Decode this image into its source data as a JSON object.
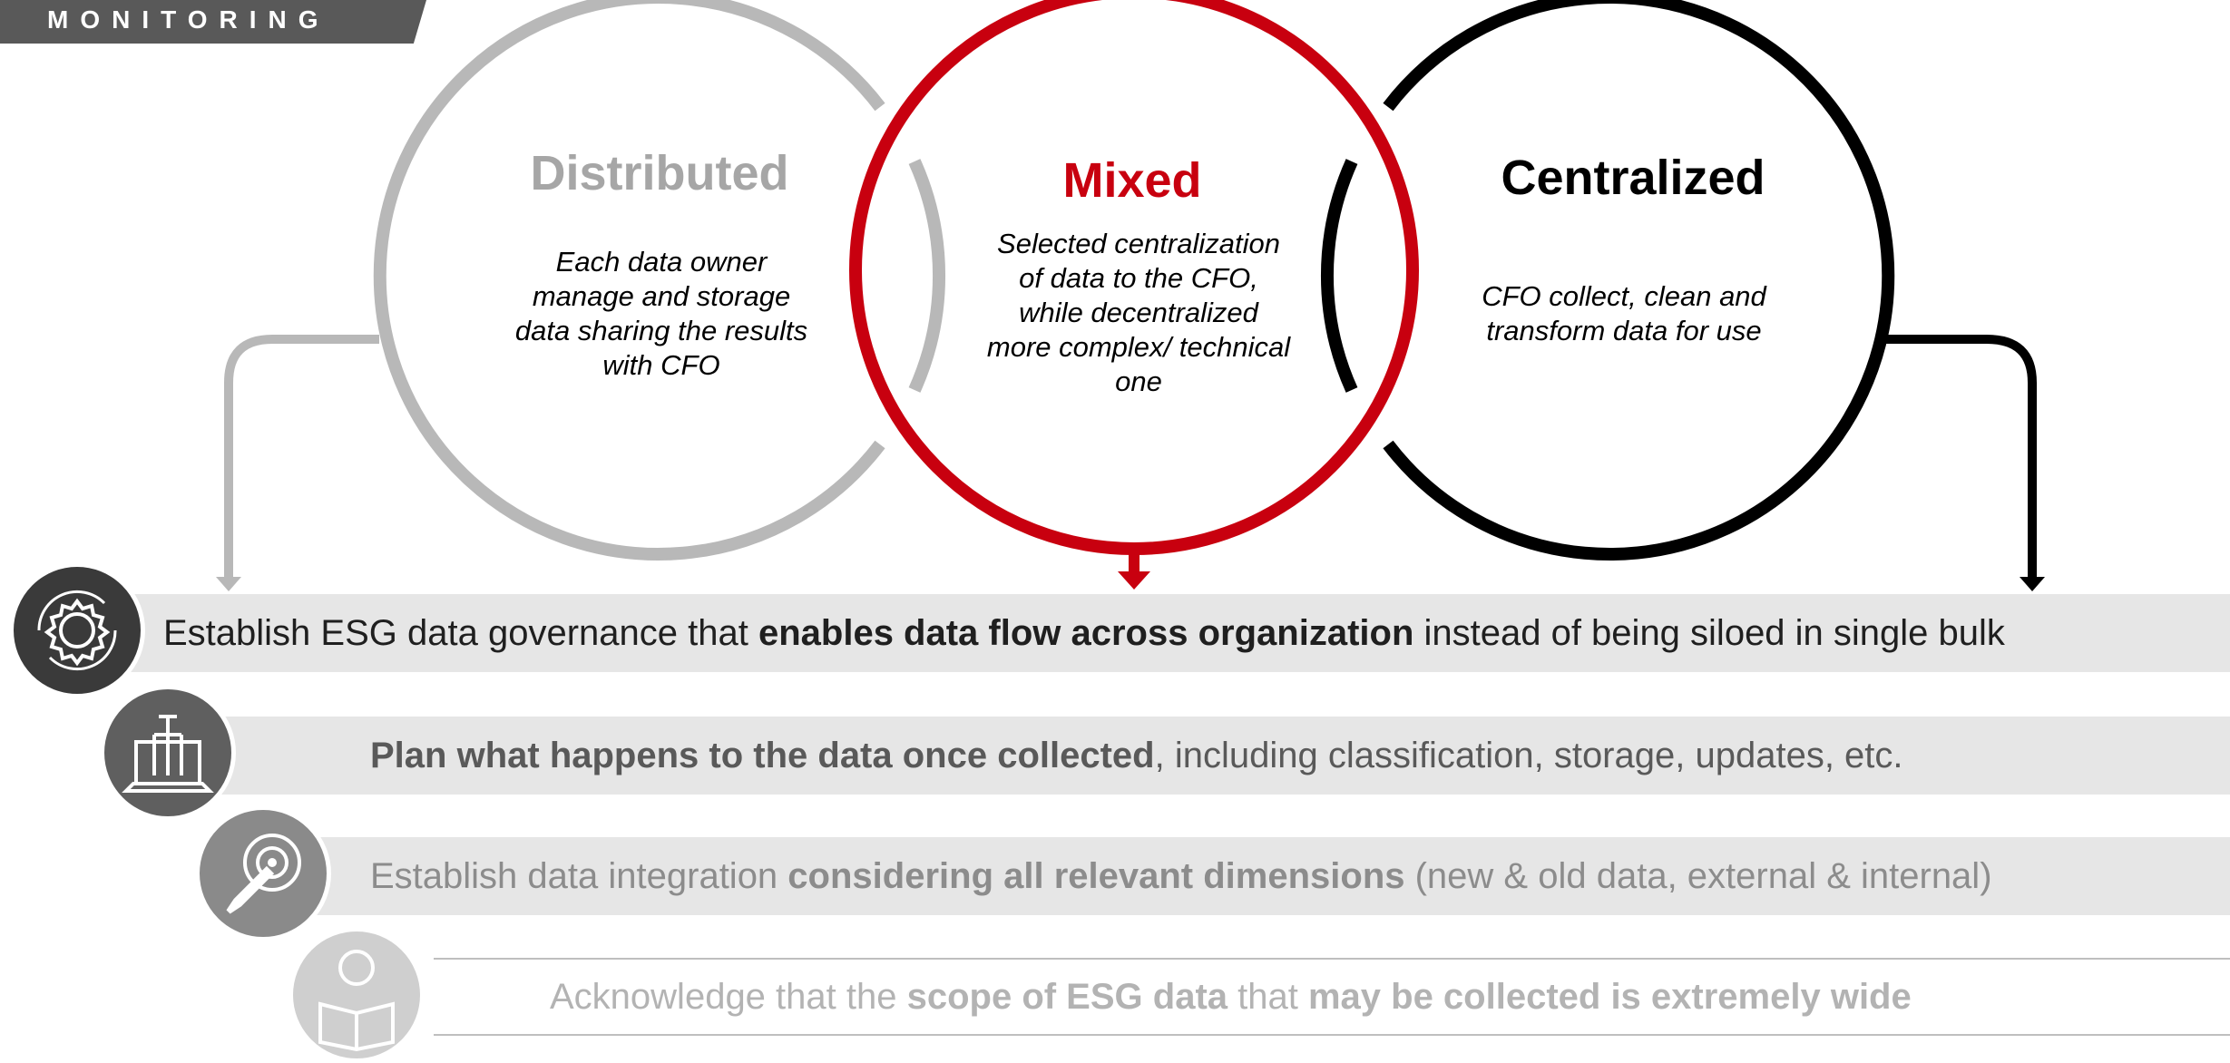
{
  "header": {
    "tab_label": "MONITORING"
  },
  "colors": {
    "distributed": "#b8b8b8",
    "mixed": "#c8000f",
    "centralized": "#000000"
  },
  "circles": {
    "distributed": {
      "title": "Distributed",
      "desc": [
        "Each data owner",
        "manage and storage",
        "data sharing the results",
        "with CFO"
      ]
    },
    "mixed": {
      "title": "Mixed",
      "desc": [
        "Selected centralization",
        "of data to the CFO,",
        "while decentralized",
        "more complex/ technical",
        "one"
      ]
    },
    "centralized": {
      "title": "Centralized",
      "desc": [
        "CFO collect, clean and",
        "transform data for use"
      ]
    }
  },
  "steps": [
    {
      "icon": "gear-cycle-icon",
      "pre": "Establish ESG data governance that ",
      "bold": "enables data flow across organization",
      "post": " instead of being siloed in single bulk"
    },
    {
      "icon": "laptop-network-icon",
      "pre": "",
      "bold": "Plan what happens to the data once collected",
      "post": ", including classification, storage, updates, etc."
    },
    {
      "icon": "target-pen-icon",
      "pre": "Establish data integration ",
      "bold": "considering all relevant dimensions",
      "post": " (new & old data, external & internal)"
    },
    {
      "icon": "person-reading-icon",
      "pre": "Acknowledge that the ",
      "bold": "scope of ESG data",
      "mid": " that ",
      "bold2": "may be collected is extremely wide"
    }
  ]
}
